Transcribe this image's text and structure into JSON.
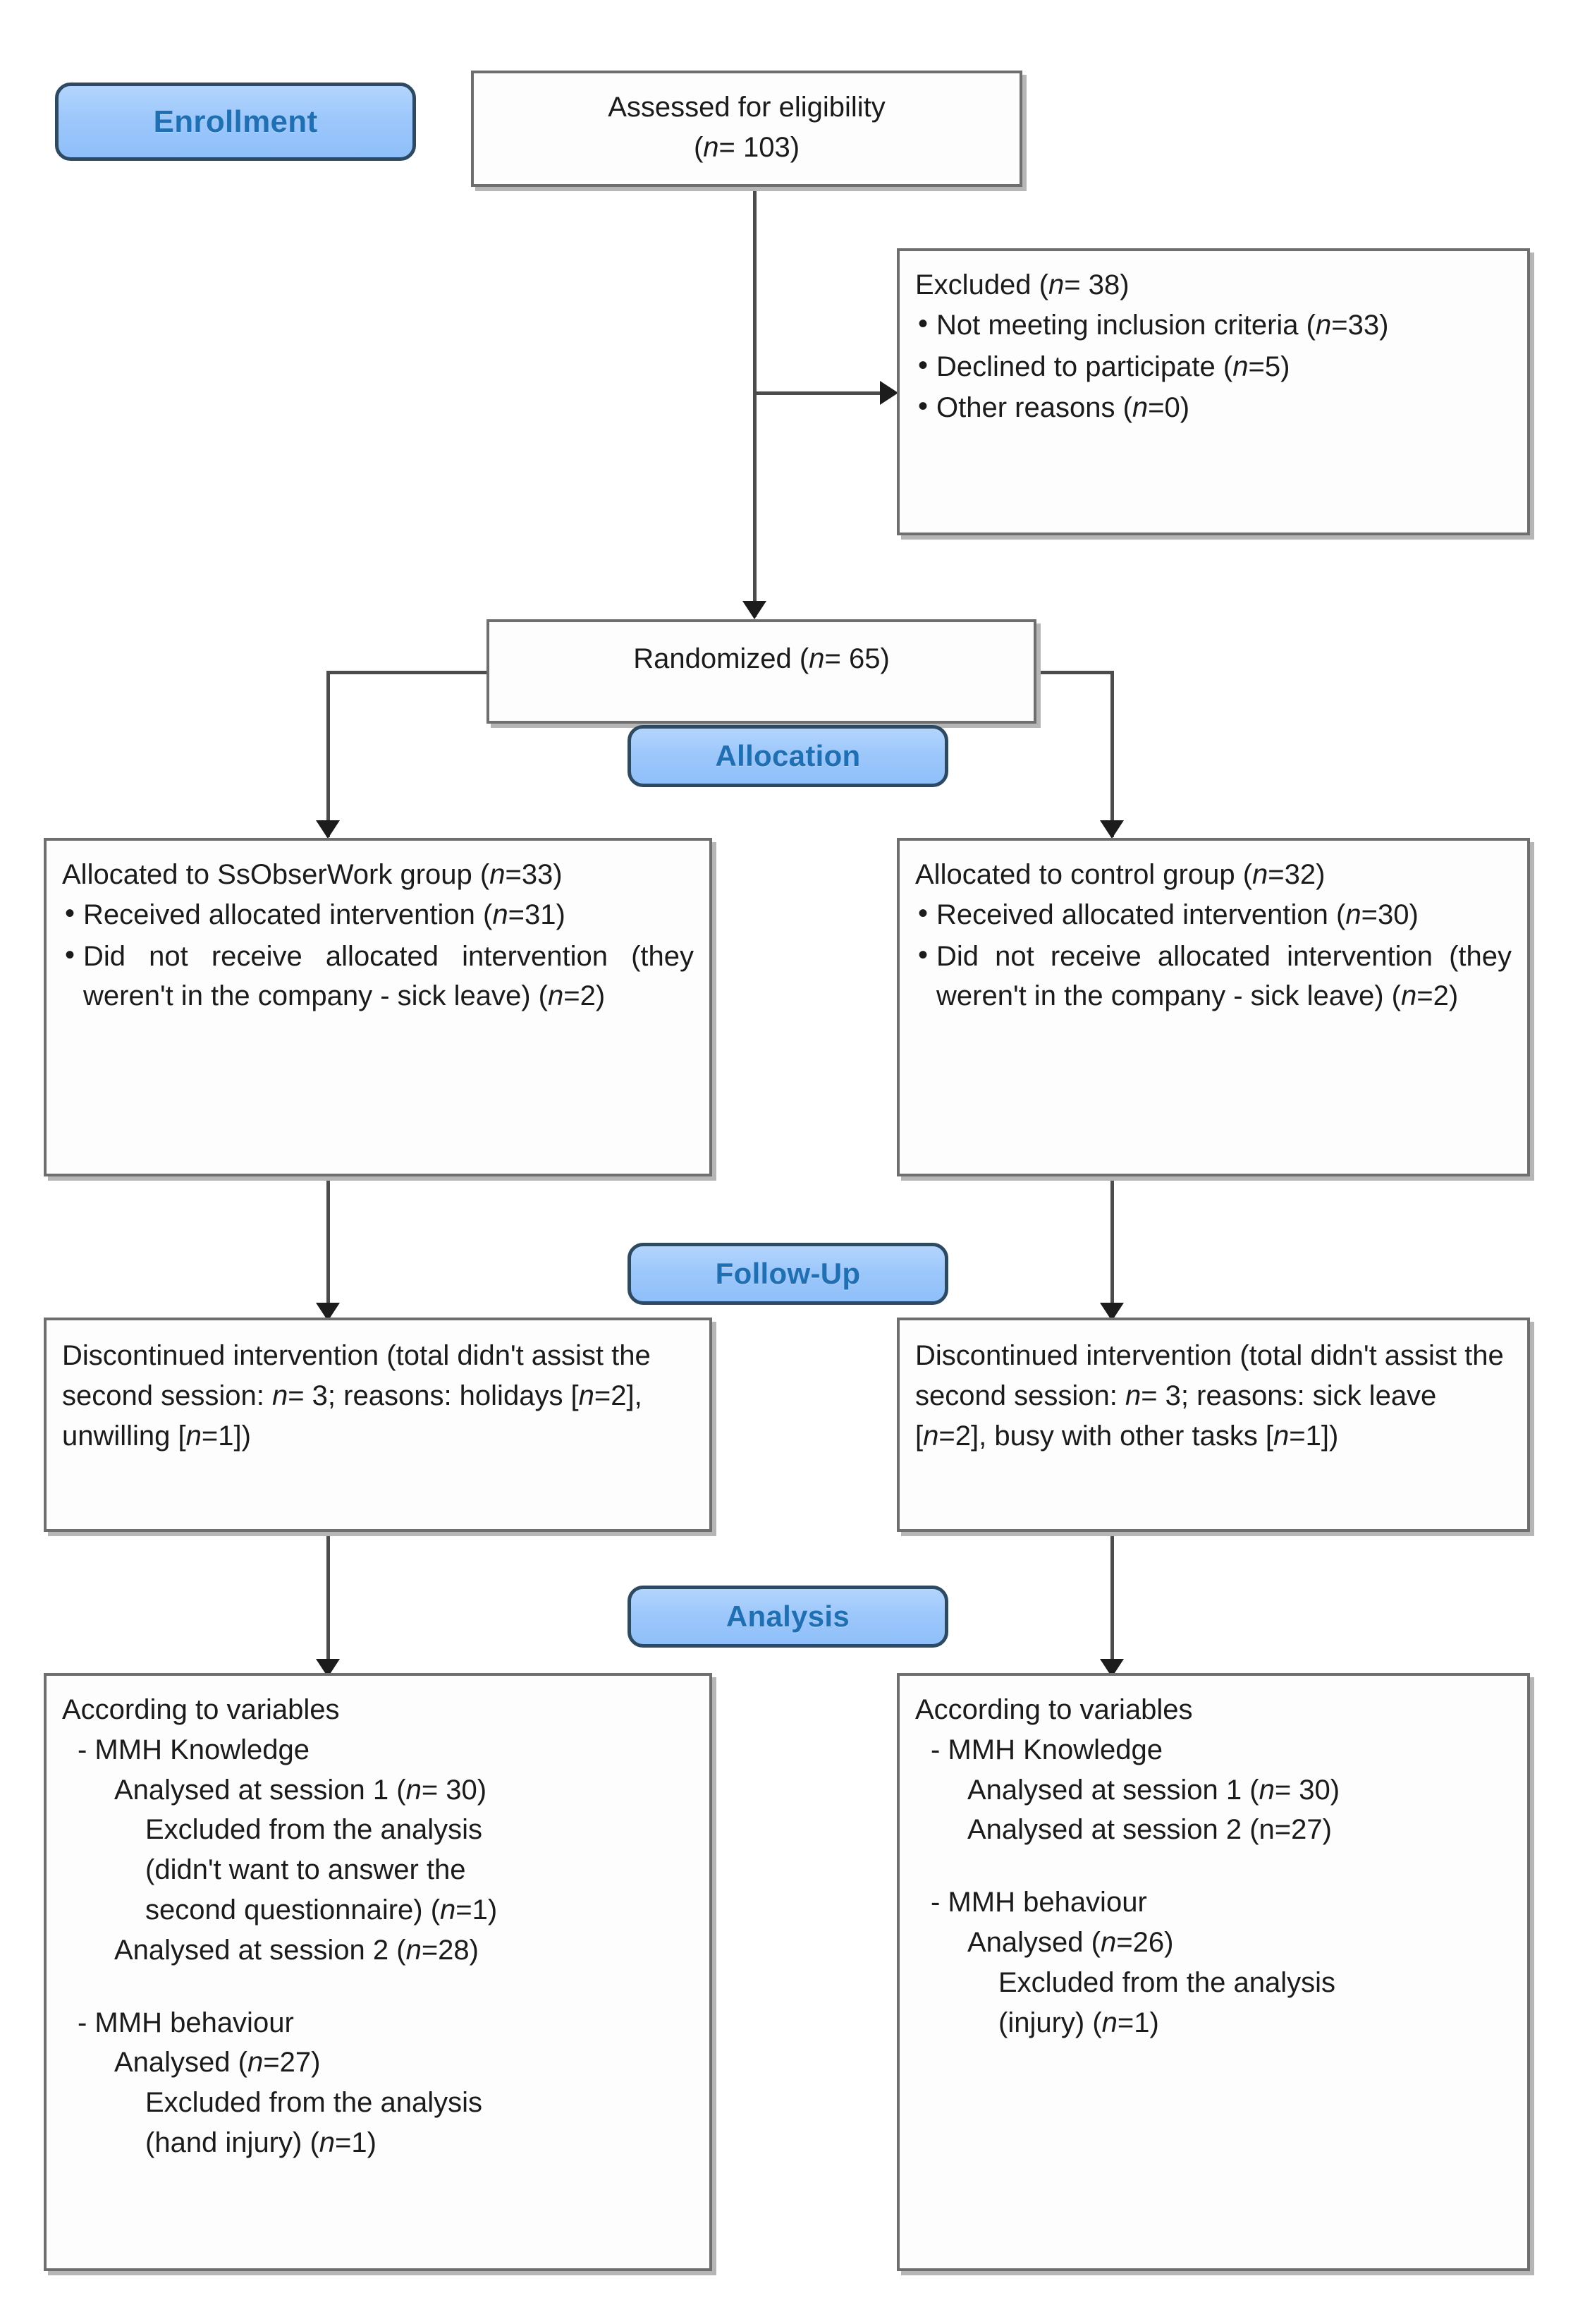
{
  "diagram": {
    "title": "CONSORT participant flow diagram",
    "accent_blue": "#9cc7fb",
    "accent_blue_border": "#2e4a63",
    "accent_text": "#1f6fb2",
    "box_border": "#6e6e6e",
    "line_color": "#4c4c4c"
  },
  "stages": {
    "enrollment": "Enrollment",
    "allocation": "Allocation",
    "followup": "Follow-Up",
    "analysis": "Analysis"
  },
  "enrollment": {
    "assessed": {
      "line1": "Assessed for eligibility",
      "line2_pre": "(",
      "line2_n": "n",
      "line2_post": "= 103)"
    },
    "excluded": {
      "heading_pre": "Excluded (",
      "heading_n": "n",
      "heading_post": "= 38)",
      "items": [
        {
          "text": "Not meeting inclusion criteria (",
          "n": "n",
          "tail": "=33)"
        },
        {
          "text": "Declined to participate (",
          "n": "n",
          "tail": "=5)"
        },
        {
          "text": "Other reasons (",
          "n": "n",
          "tail": "=0)"
        }
      ]
    },
    "randomized": {
      "pre": "Randomized (",
      "n": "n",
      "post": "= 65)"
    }
  },
  "allocation": {
    "left": {
      "heading_pre": "Allocated to SsObserWork group (",
      "heading_n": "n",
      "heading_post": "=33)",
      "items": [
        {
          "text": "Received allocated intervention (",
          "n": "n",
          "tail": "=31)"
        },
        {
          "text": "Did not receive allocated intervention (they weren't in the company - sick leave) (",
          "n": "n",
          "tail": "=2)"
        }
      ]
    },
    "right": {
      "heading_pre": "Allocated to control group (",
      "heading_n": "n",
      "heading_post": "=32)",
      "items": [
        {
          "text": "Received allocated intervention (",
          "n": "n",
          "tail": "=30)"
        },
        {
          "text": "Did not receive allocated intervention (they weren't in the company - sick leave) (",
          "n": "n",
          "tail": "=2)"
        }
      ]
    }
  },
  "followup": {
    "left": {
      "p1": "Discontinued intervention (total didn't assist the second session: ",
      "n1": "n",
      "p2": "= 3; reasons: holidays [",
      "n2": "n",
      "p3": "=2], unwilling [",
      "n3": "n",
      "p4": "=1])"
    },
    "right": {
      "p1": "Discontinued intervention (total didn't assist the second session: ",
      "n1": "n",
      "p2": "= 3; reasons: sick leave [",
      "n2": "n",
      "p3": "=2], busy with other tasks [",
      "n3": "n",
      "p4": "=1])"
    }
  },
  "analysis": {
    "left": {
      "heading": "According to variables",
      "lines": [
        {
          "indent": 1,
          "text": "- MMH Knowledge"
        },
        {
          "indent": 2,
          "pre": "Analysed at session 1 (",
          "n": "n",
          "post": "= 30)"
        },
        {
          "indent": 3,
          "text": "Excluded from the analysis"
        },
        {
          "indent": 3,
          "text": "(didn't want to answer the"
        },
        {
          "indent": 3,
          "pre": "second questionnaire) (",
          "n": "n",
          "post": "=1)"
        },
        {
          "indent": 2,
          "pre": "Analysed at session 2 (",
          "n": "n",
          "post": "=28)"
        },
        {
          "indent": 0,
          "spacer": true
        },
        {
          "indent": 1,
          "text": "- MMH behaviour"
        },
        {
          "indent": 2,
          "pre": "Analysed (",
          "n": "n",
          "post": "=27)"
        },
        {
          "indent": 3,
          "text": "Excluded from the analysis"
        },
        {
          "indent": 3,
          "pre": "(hand injury) (",
          "n": "n",
          "post": "=1)"
        }
      ]
    },
    "right": {
      "heading": "According to variables",
      "lines": [
        {
          "indent": 1,
          "text": "- MMH Knowledge"
        },
        {
          "indent": 2,
          "pre": "Analysed at session 1 (",
          "n": "n",
          "post": "= 30)"
        },
        {
          "indent": 2,
          "text": "Analysed at session 2 (n=27)"
        },
        {
          "indent": 0,
          "spacer": true
        },
        {
          "indent": 1,
          "text": "- MMH behaviour"
        },
        {
          "indent": 2,
          "pre": "Analysed (",
          "n": "n",
          "post": "=26)"
        },
        {
          "indent": 3,
          "text": "Excluded from the analysis"
        },
        {
          "indent": 3,
          "pre": "(injury) (",
          "n": "n",
          "post": "=1)"
        }
      ]
    }
  }
}
